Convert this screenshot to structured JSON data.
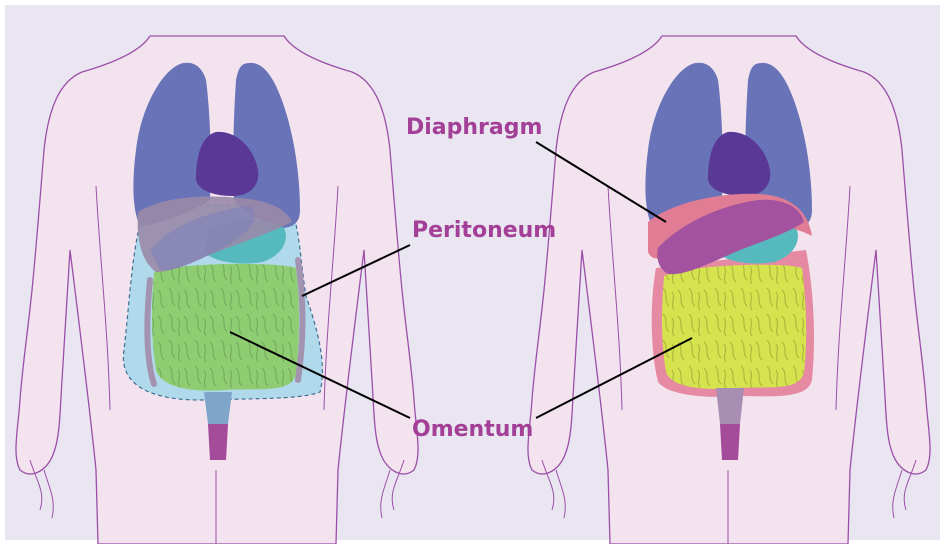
{
  "labels": {
    "diaphragm": "Diaphragm",
    "peritoneum": "Peritoneum",
    "omentum": "Omentum"
  },
  "icons": {
    "left_figure": "anatomy-torso-peritoneum-icon",
    "right_figure": "anatomy-torso-diaphragm-omentum-icon"
  },
  "colors": {
    "background": "#e9e6f1",
    "body_fill": "#f3e3ef",
    "body_outline": "#9b4fa8",
    "lungs": "#6973b8",
    "heart": "#5a3896",
    "liver_left": "#9a8aa8",
    "liver_right": "#a352a0",
    "diaphragm": "#e07c93",
    "stomach": "#56b9bd",
    "intestine_left": "#8fcd73",
    "intestine_right": "#d5e34e",
    "peritoneum": "#a9d8ea",
    "omentum_edge": "#e58aa2",
    "bladder": "#a44c9a",
    "label_text": "#a33f97",
    "leader_line": "#000000"
  }
}
